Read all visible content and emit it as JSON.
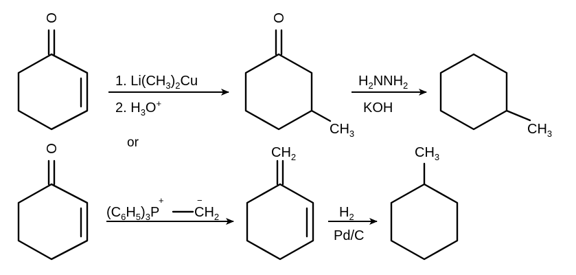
{
  "atoms": {
    "oxygen": "O",
    "ch3_main": "CH",
    "ch3_sub": "3",
    "ch2_main": "CH",
    "ch2_sub": "2"
  },
  "top_route": {
    "step1_reagents": {
      "line1": {
        "prefix": "1. Li(CH",
        "sub1": "3",
        "mid": ")",
        "sub2": "2",
        "suffix": "Cu"
      },
      "line2": {
        "prefix": "2. H",
        "sub": "3",
        "base": "O",
        "sup": "+"
      }
    },
    "step2_reagents": {
      "line1": {
        "prefix": "H",
        "sub1": "2",
        "mid": "NNH",
        "sub2": "2"
      },
      "line2": "KOH"
    }
  },
  "separator": "or",
  "bottom_route": {
    "step1_reagents": {
      "prefix": "(C",
      "sub1": "6",
      "mid1": "H",
      "sub2": "5",
      "mid2": ")",
      "sub3": "3",
      "p_atom": "P",
      "plus": "+",
      "minus": "−",
      "ylide_c": "CH",
      "ylide_sub": "2"
    },
    "step2_reagents": {
      "line1": {
        "prefix": "H",
        "sub": "2"
      },
      "line2": "Pd/C"
    }
  }
}
